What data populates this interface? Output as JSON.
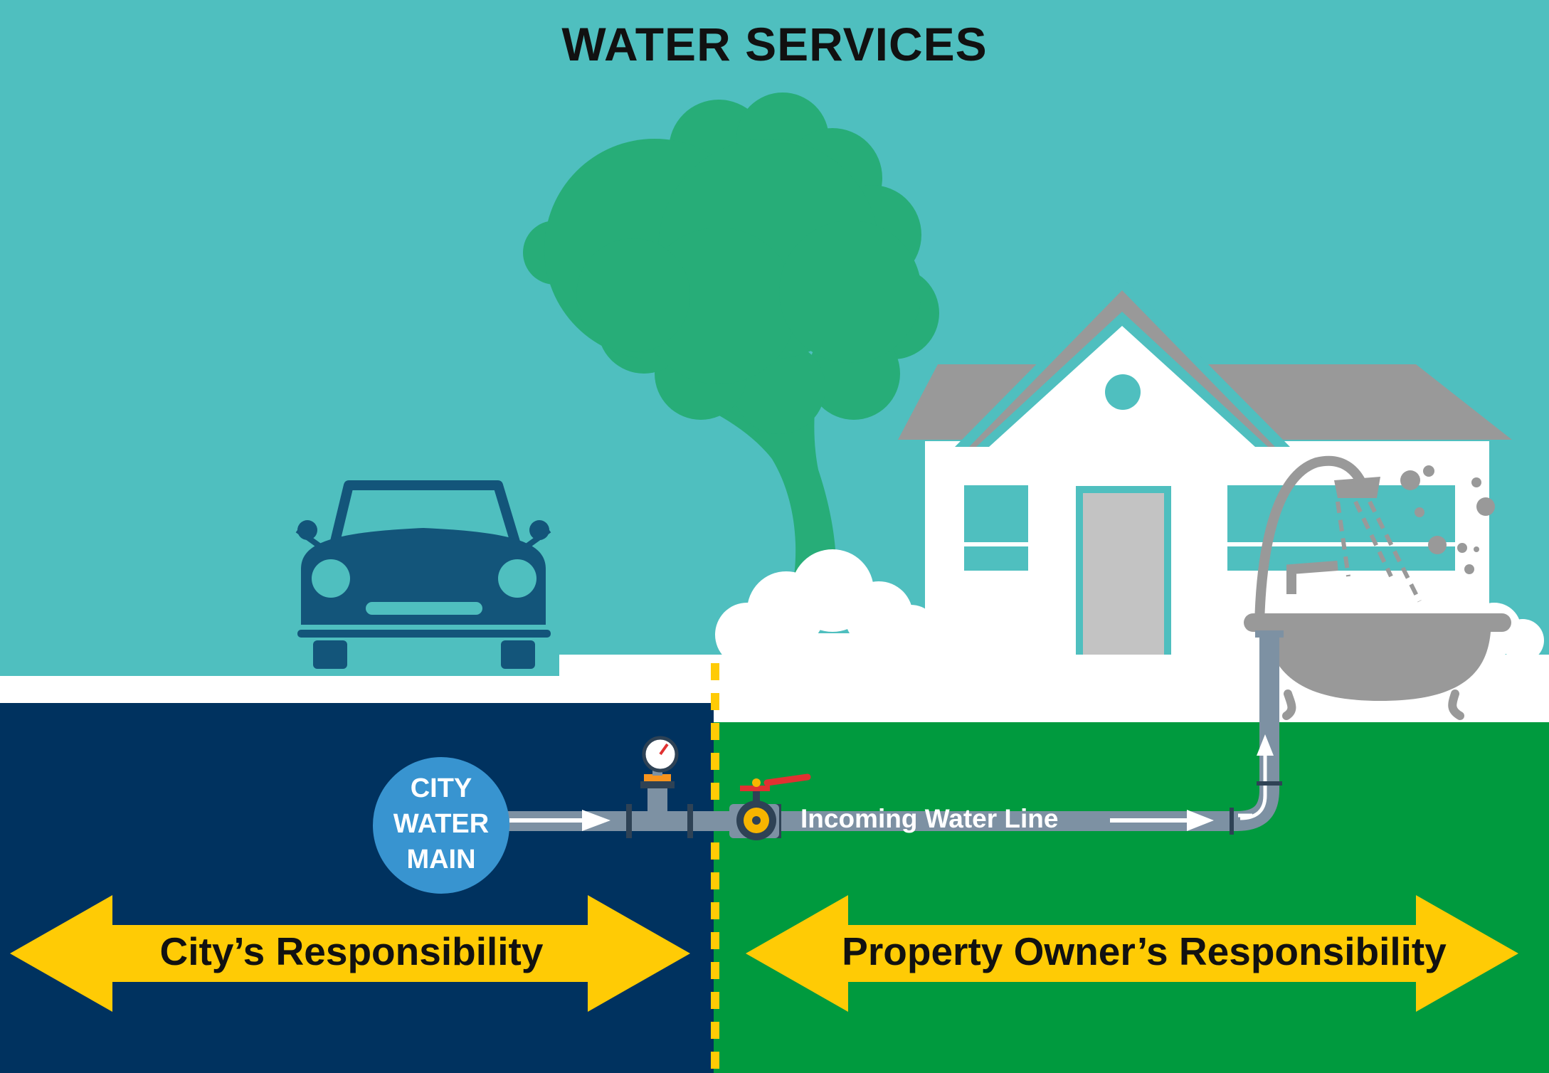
{
  "title": "WATER SERVICES",
  "city_water_main": {
    "line1": "CITY",
    "line2": "WATER",
    "line3": "MAIN"
  },
  "incoming_line_label": "Incoming Water Line",
  "responsibility": {
    "city": "City’s Responsibility",
    "owner": "Property Owner’s Responsibility"
  },
  "colors": {
    "sky": "#4fbfbf",
    "tree": "#27ad78",
    "car": "#13557a",
    "house_roof": "#999999",
    "house_wall": "#ffffff",
    "city_ground": "#00325f",
    "owner_ground": "#009a3e",
    "arrow": "#ffcb05",
    "main_circle": "#3894d0",
    "pipe": "#7d91a3"
  },
  "icons": [
    "car-icon",
    "tree-icon",
    "house-icon",
    "bathtub-icon",
    "pressure-gauge-icon",
    "shutoff-valve-icon"
  ]
}
